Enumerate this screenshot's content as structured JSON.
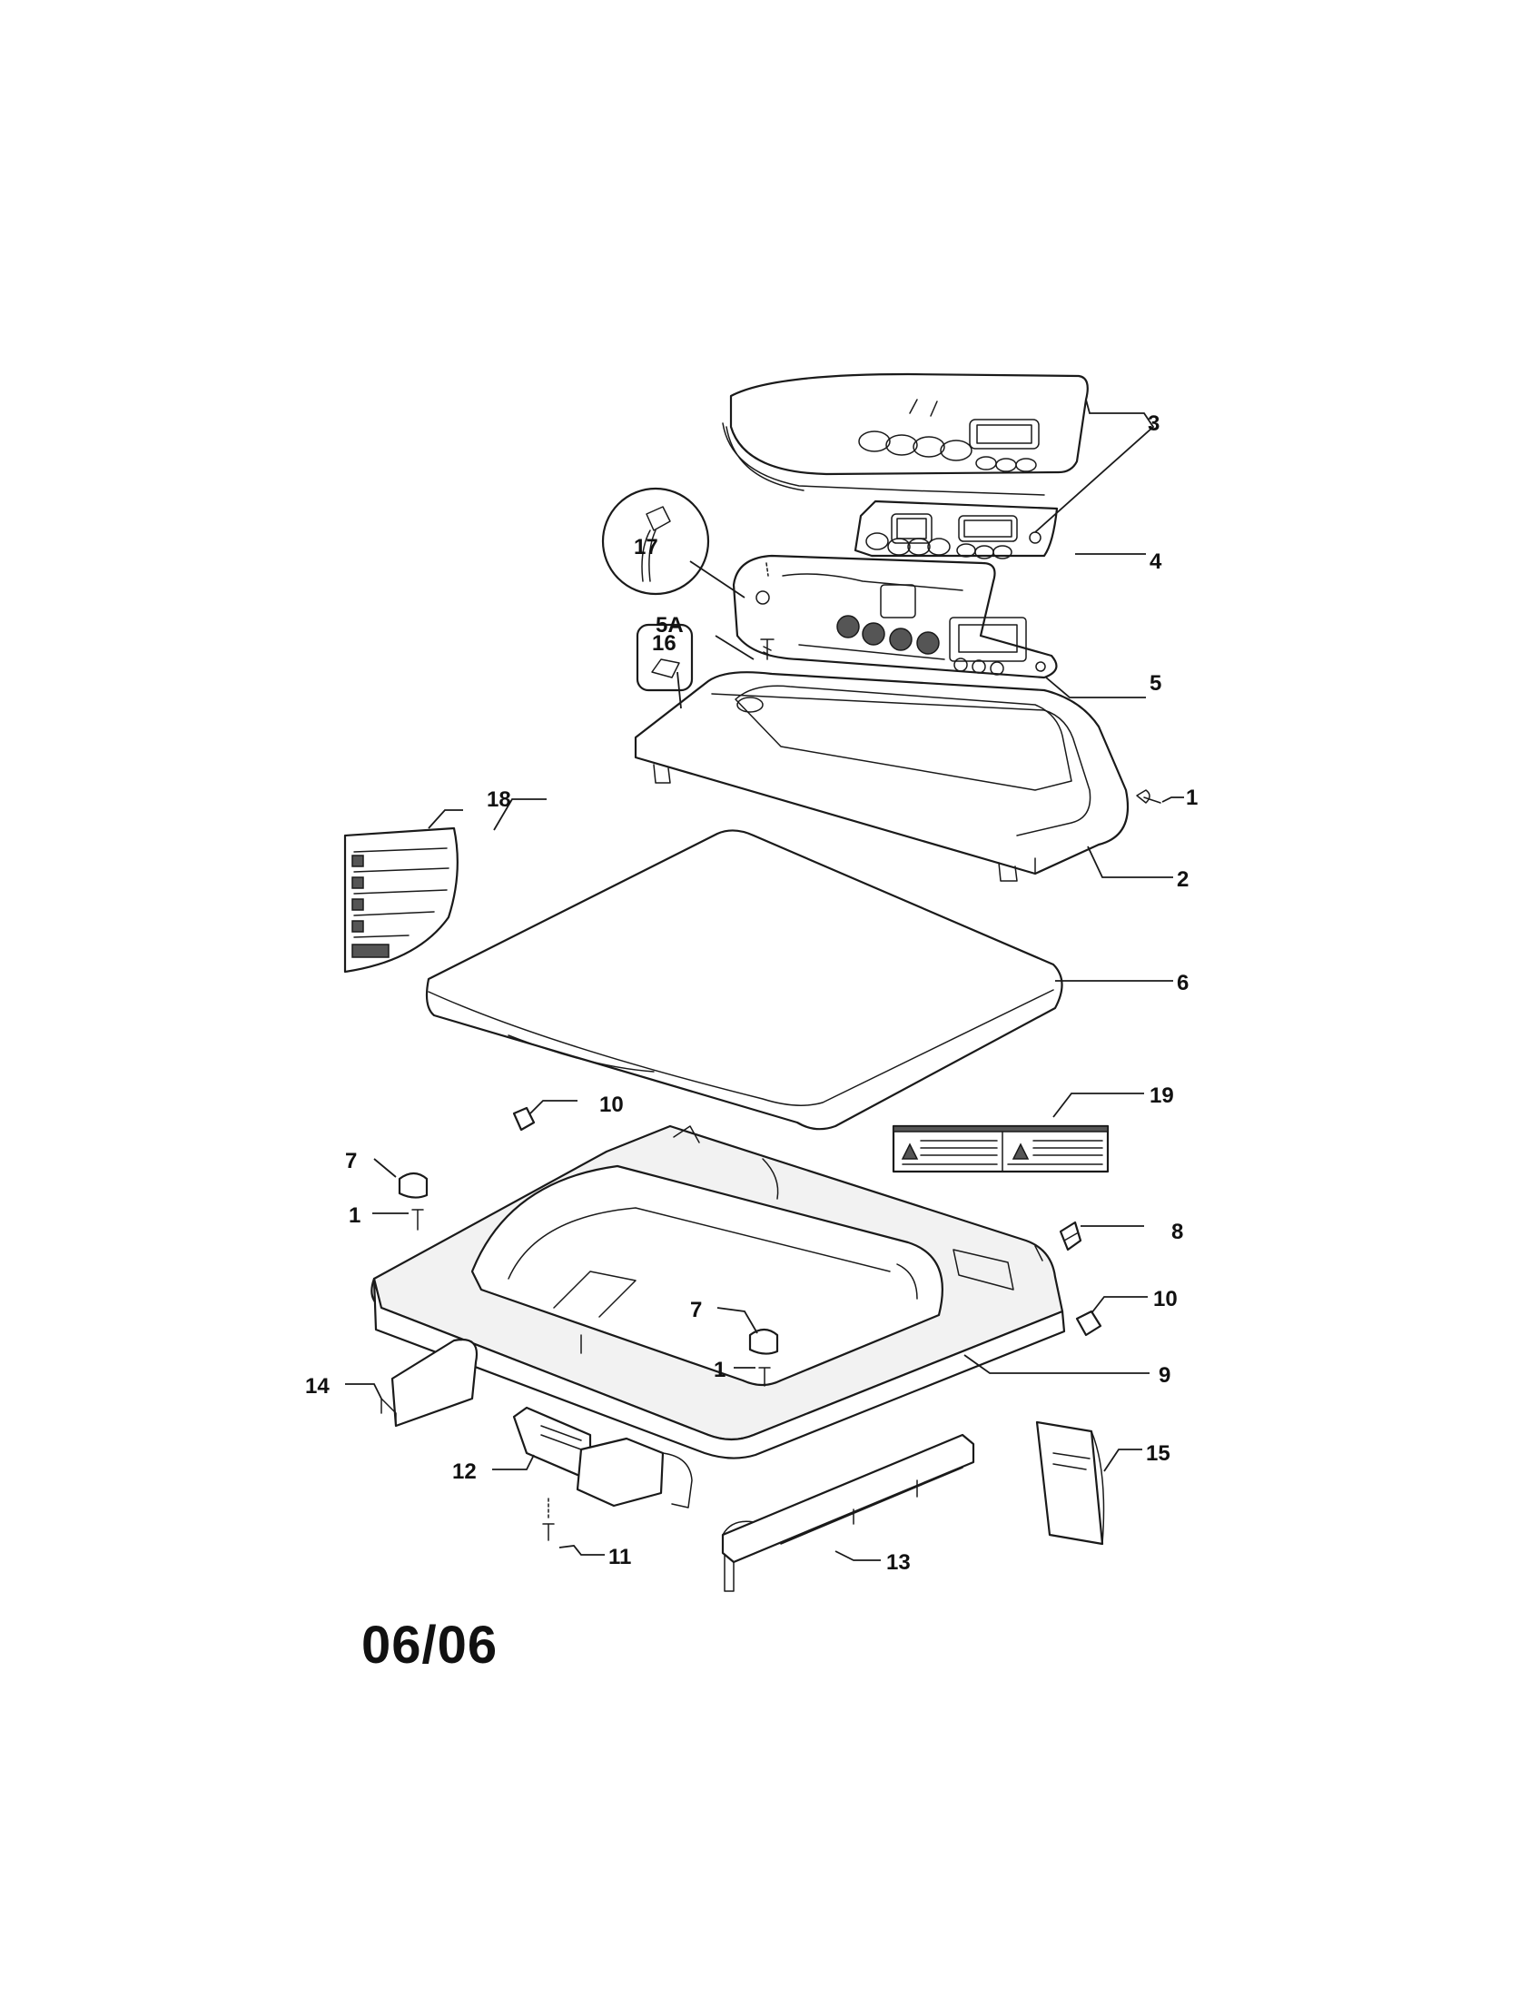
{
  "diagram": {
    "callouts": {
      "c1_screw_right": "1",
      "c1_screw_left": "1",
      "c1_screw_center": "1",
      "c2_console_housing": "2",
      "c3_overlay": "3",
      "c4_keypad": "4",
      "c5_control_board": "5",
      "c5a_screw": "5A",
      "c6_lid": "6",
      "c7_hinge_cap_left": "7",
      "c7_hinge_cap_center": "7",
      "c8_lid_switch": "8",
      "c9_top_panel": "9",
      "c10_bumper_left": "10",
      "c10_bumper_right": "10",
      "c11_screw": "11",
      "c12_dispenser": "12",
      "c13_trim_front": "13",
      "c14_bracket": "14",
      "c15_literature_bag": "15",
      "c16_clip": "16",
      "c17_harness": "17",
      "c18_instruction_label": "18",
      "c19_warning_label": "19"
    },
    "date_stamp": "06/06"
  }
}
